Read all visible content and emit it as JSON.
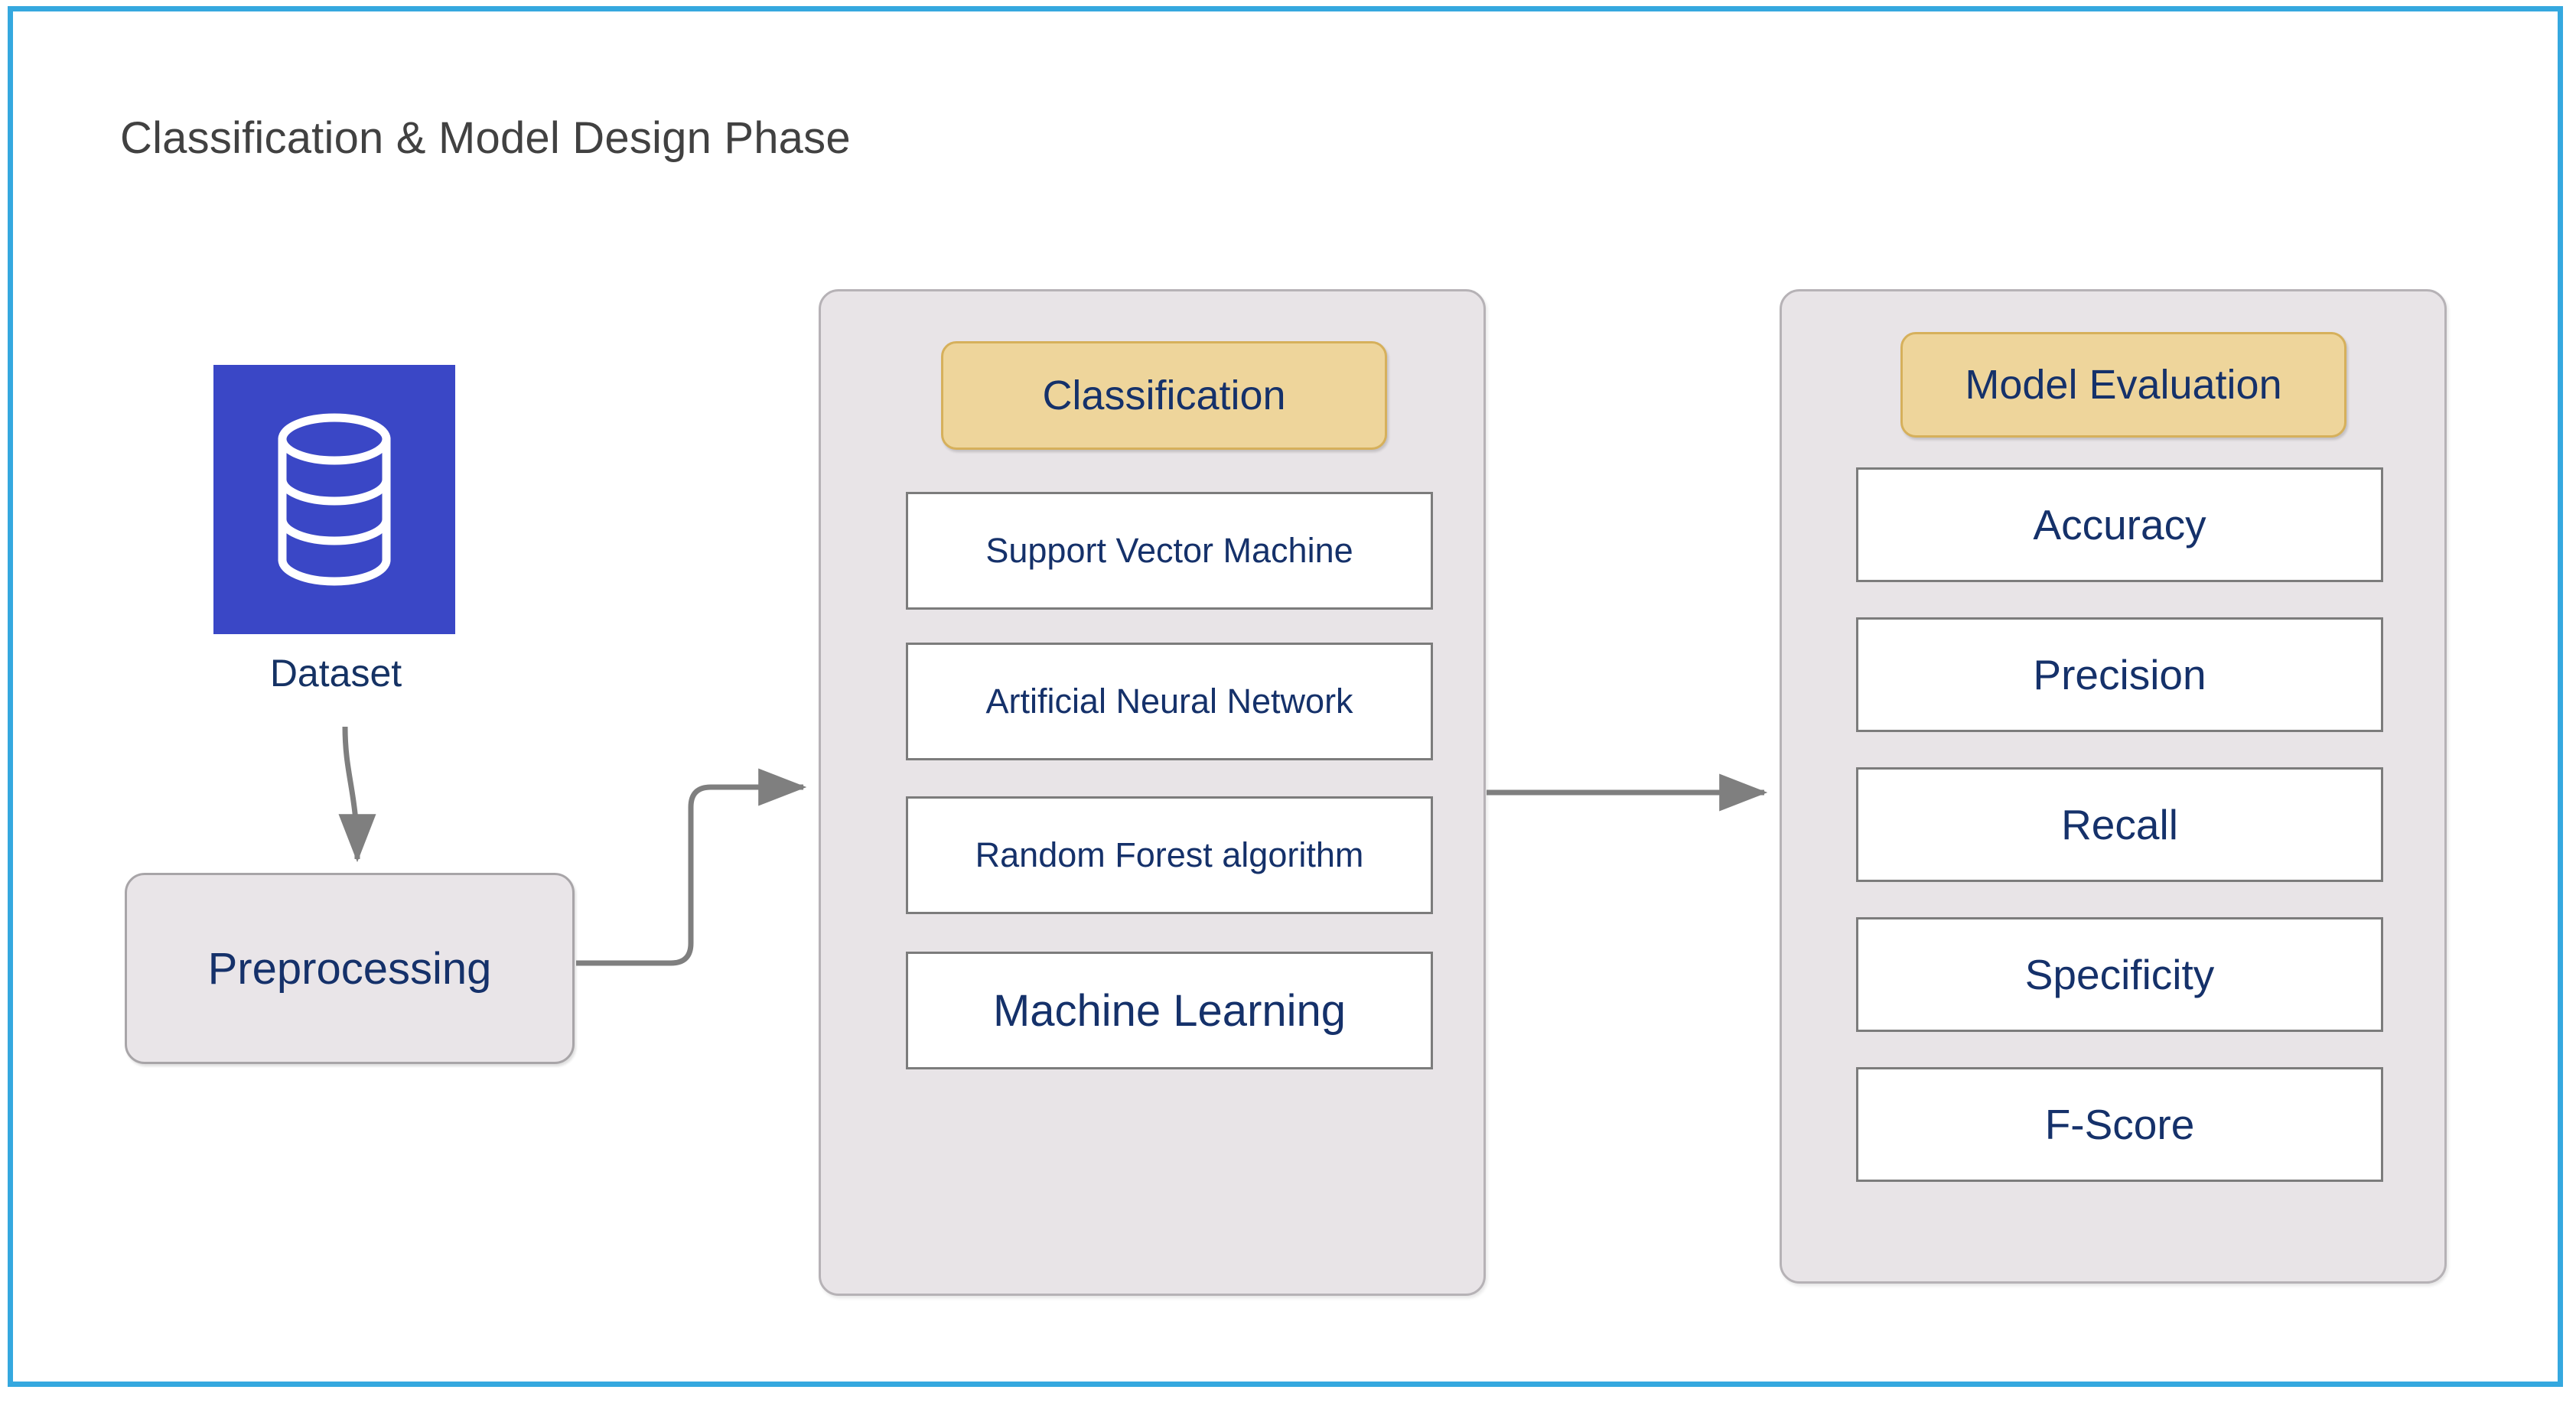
{
  "theme": {
    "frame_border": "#35a8df",
    "canvas_background": "#ffffff",
    "panel_background": "#e8e4e7",
    "panel_border": "#b6b2b6",
    "header_fill": "#eed59b",
    "header_border": "#d6b05b",
    "text_navy": "#15316a",
    "title_gray": "#414141",
    "dataset_blue": "#3a47c6",
    "connector_gray": "#7f7f7f",
    "item_border": "#7c7c7c",
    "item_fill": "#ffffff"
  },
  "title": "Classification & Model Design Phase",
  "dataset": {
    "icon": "database-cylinder-icon",
    "label": "Dataset"
  },
  "preprocessing": {
    "label": "Preprocessing"
  },
  "classification": {
    "header": "Classification",
    "items": [
      {
        "label": "Support Vector Machine",
        "emphasis": "normal"
      },
      {
        "label": "Artificial Neural Network",
        "emphasis": "normal"
      },
      {
        "label": "Random Forest algorithm",
        "emphasis": "normal"
      },
      {
        "label": "Machine Learning",
        "emphasis": "large"
      }
    ]
  },
  "evaluation": {
    "header": "Model Evaluation",
    "items": [
      {
        "label": "Accuracy"
      },
      {
        "label": "Precision"
      },
      {
        "label": "Recall"
      },
      {
        "label": "Specificity"
      },
      {
        "label": "F-Score"
      }
    ]
  },
  "connectors": [
    {
      "name": "dataset-to-preprocessing",
      "style": "curved-arrow-down"
    },
    {
      "name": "preprocessing-to-classification",
      "style": "elbow-arrow-right"
    },
    {
      "name": "classification-to-evaluation",
      "style": "straight-arrow-right"
    }
  ]
}
